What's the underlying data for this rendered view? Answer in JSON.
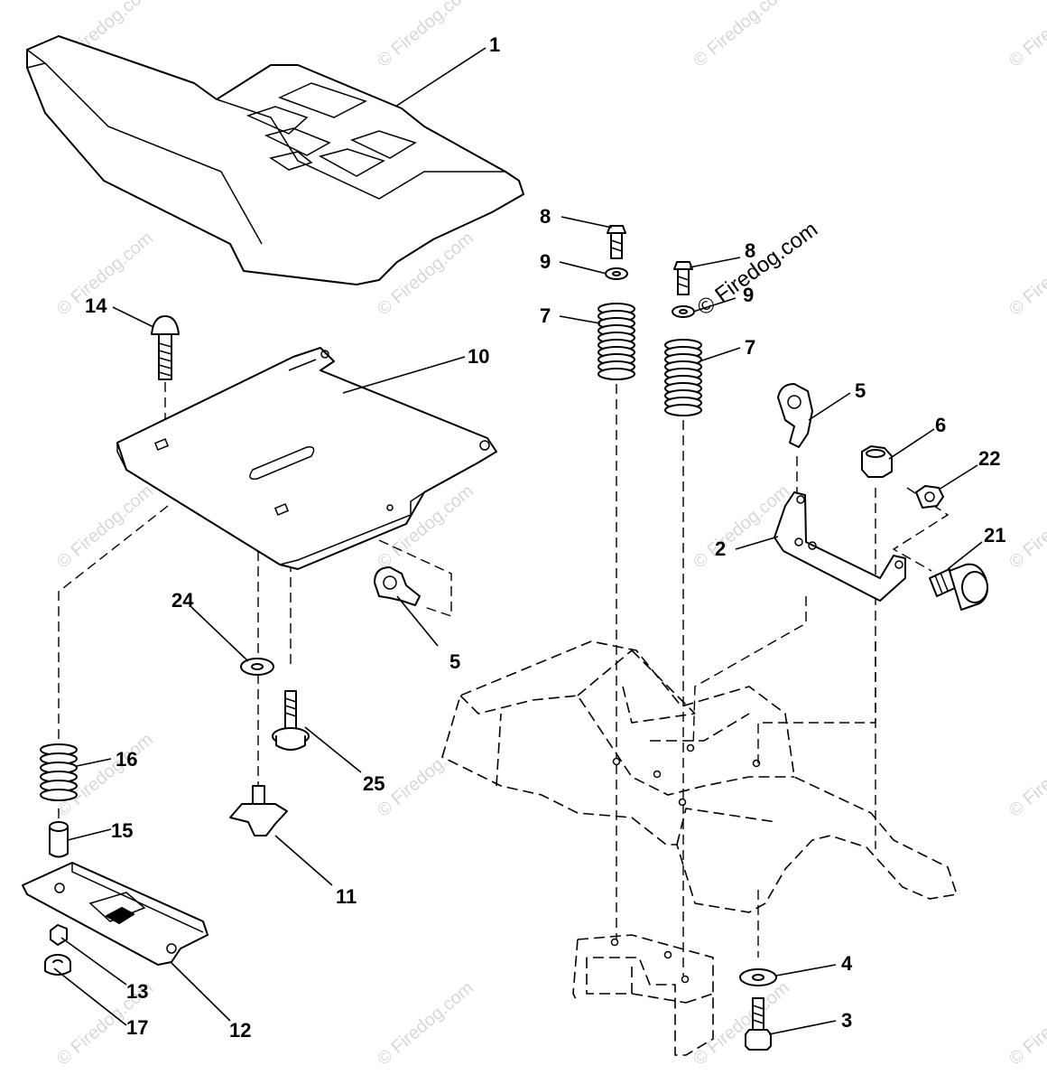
{
  "watermark": "© Firedog.com",
  "callouts": [
    {
      "label": "1"
    },
    {
      "label": "14"
    },
    {
      "label": "10"
    },
    {
      "label": "5"
    },
    {
      "label": "24"
    },
    {
      "label": "25"
    },
    {
      "label": "16"
    },
    {
      "label": "15"
    },
    {
      "label": "11"
    },
    {
      "label": "13"
    },
    {
      "label": "17"
    },
    {
      "label": "12"
    },
    {
      "label": "8"
    },
    {
      "label": "9"
    },
    {
      "label": "7"
    },
    {
      "label": "8"
    },
    {
      "label": "9"
    },
    {
      "label": "7"
    },
    {
      "label": "5"
    },
    {
      "label": "6"
    },
    {
      "label": "22"
    },
    {
      "label": "2"
    },
    {
      "label": "21"
    },
    {
      "label": "4"
    },
    {
      "label": "3"
    }
  ]
}
